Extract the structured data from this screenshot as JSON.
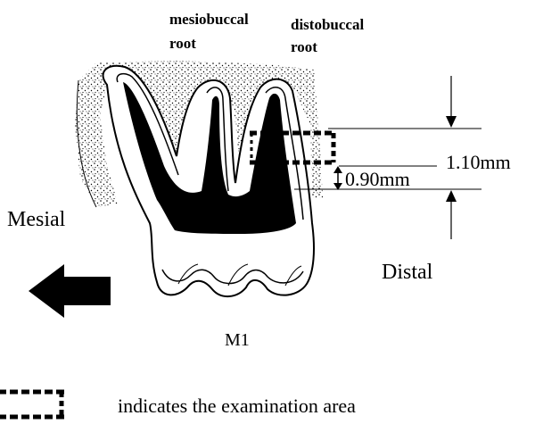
{
  "labels": {
    "mesiobuccal_line1": "mesiobuccal",
    "mesiobuccal_line2": "root",
    "distobuccal_line1": "distobuccal",
    "distobuccal_line2": "root",
    "mesial": "Mesial",
    "distal": "Distal",
    "tooth": "M1",
    "measure_outer": "1.10mm",
    "measure_inner": "0.90mm"
  },
  "legend": {
    "text": "indicates the examination area"
  },
  "colors": {
    "ink": "#000000",
    "paper": "#ffffff"
  }
}
